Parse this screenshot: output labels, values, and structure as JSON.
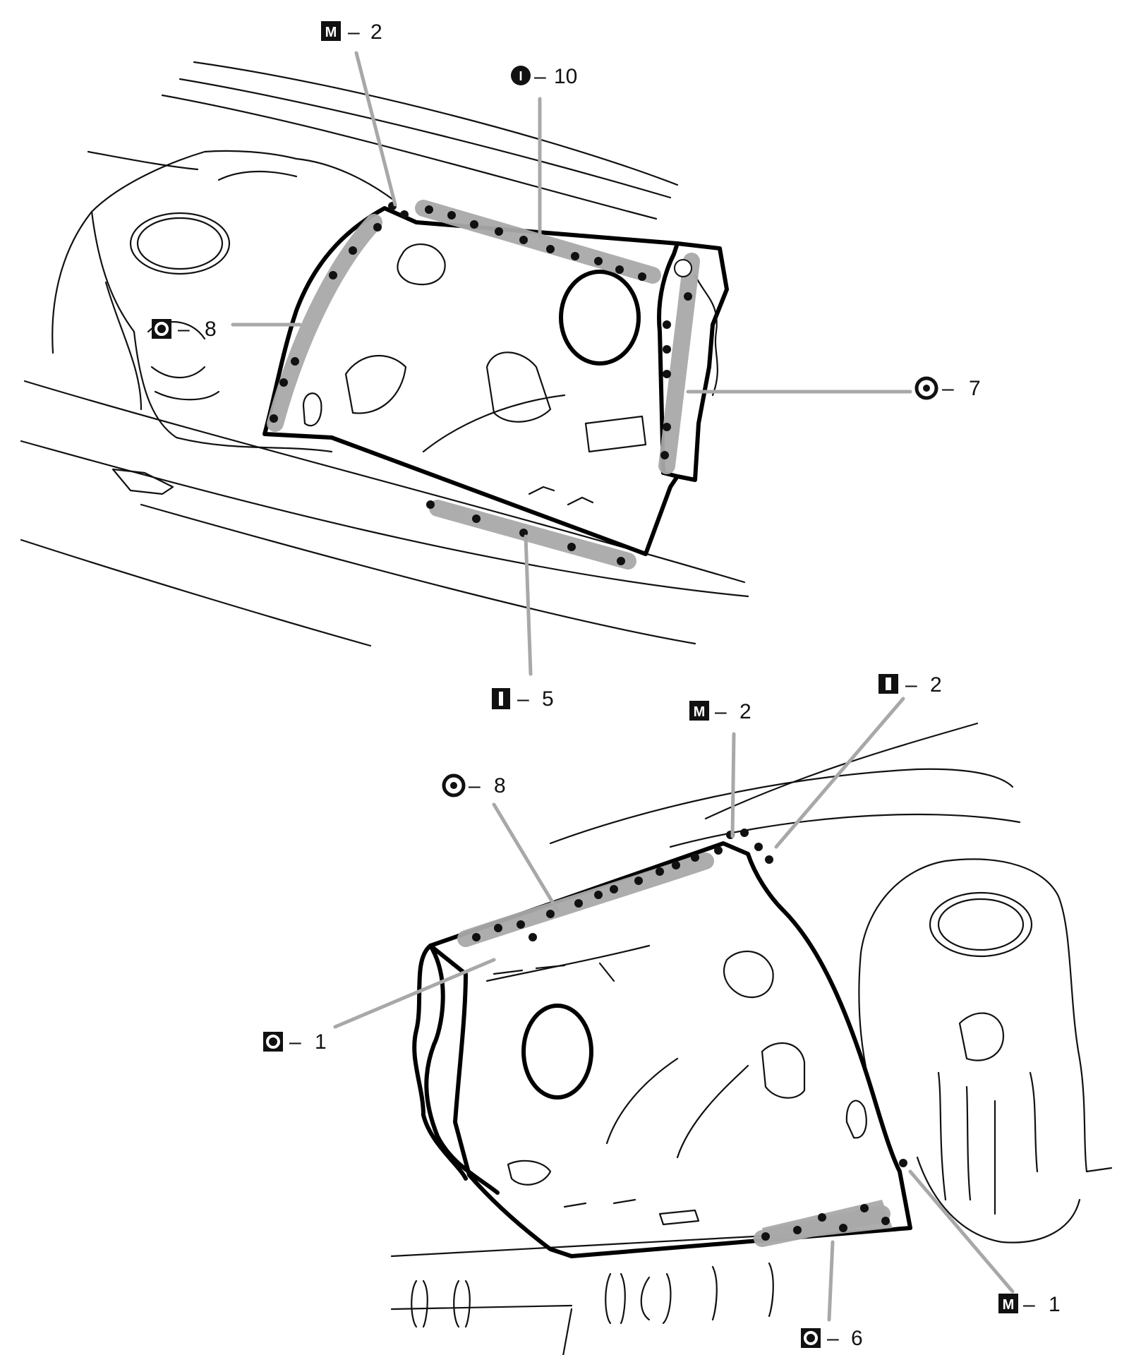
{
  "callouts": {
    "top_m2": {
      "symbol": "M",
      "number": "2",
      "icon": "square-letter-M-icon"
    },
    "top_i10": {
      "symbol": "I",
      "number": "10",
      "icon": "circle-letter-I-icon"
    },
    "top_o8": {
      "symbol": "O",
      "number": "8",
      "icon": "square-ring-icon"
    },
    "top_o7": {
      "symbol": "O",
      "number": "7",
      "icon": "circle-ring-icon"
    },
    "top_i5": {
      "symbol": "I",
      "number": "5",
      "icon": "square-letter-I-icon"
    },
    "bot_m2": {
      "symbol": "M",
      "number": "2",
      "icon": "square-letter-M-icon"
    },
    "bot_i2": {
      "symbol": "I",
      "number": "2",
      "icon": "square-letter-I-icon"
    },
    "bot_o8": {
      "symbol": "O",
      "number": "8",
      "icon": "circle-ring-icon"
    },
    "bot_o1": {
      "symbol": "O",
      "number": "1",
      "icon": "square-ring-icon"
    },
    "bot_m1": {
      "symbol": "M",
      "number": "1",
      "icon": "square-letter-M-icon"
    },
    "bot_o6": {
      "symbol": "O",
      "number": "6",
      "icon": "square-ring-icon"
    }
  },
  "dash": "–",
  "colors": {
    "line": "#111111",
    "weld_band": "#a9a9a9",
    "leader": "#a8a8a8",
    "background": "#ffffff"
  }
}
